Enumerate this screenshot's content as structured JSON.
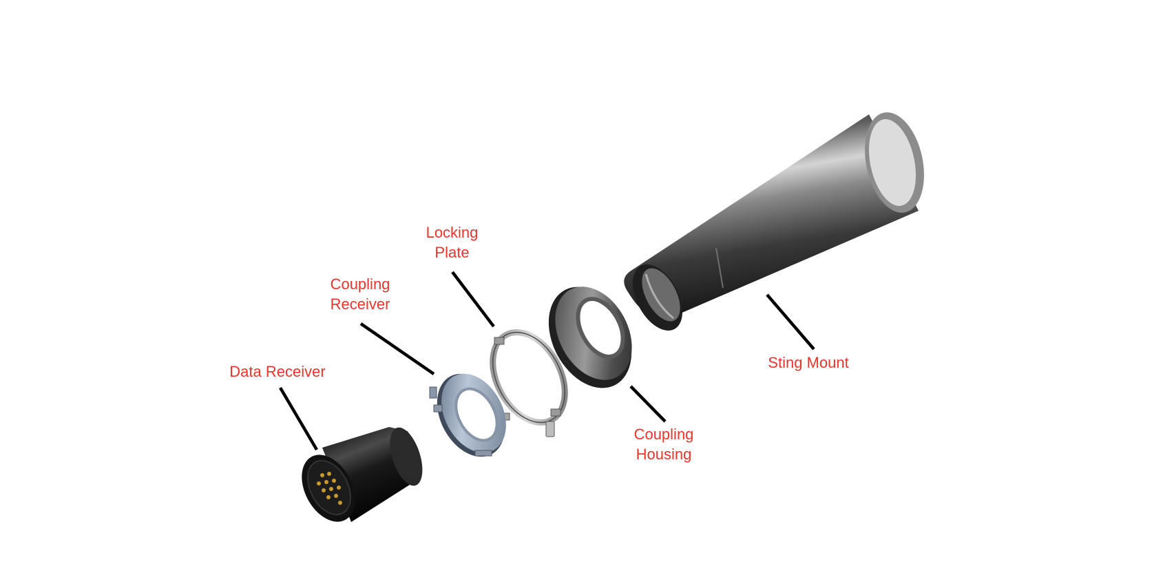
{
  "colors": {
    "label": "#f0332b",
    "leader": "#000000",
    "background": "#ffffff"
  },
  "labels": {
    "locking_plate": [
      "Locking",
      "Plate"
    ],
    "coupling_receiver": [
      "Coupling",
      "Receiver"
    ],
    "data_receiver": [
      "Data Receiver"
    ],
    "sting_mount": [
      "Sting Mount"
    ],
    "coupling_housing": [
      "Coupling",
      "Housing"
    ]
  }
}
